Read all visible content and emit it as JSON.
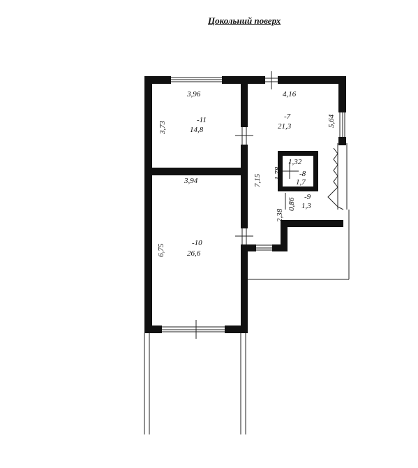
{
  "plan": {
    "title": "Цокольний поверх",
    "rooms": [
      {
        "id": "r11",
        "number": "-11",
        "area": "14,8"
      },
      {
        "id": "r7",
        "number": "-7",
        "area": "21,3"
      },
      {
        "id": "r8",
        "number": "-8",
        "area": "1,7"
      },
      {
        "id": "r9",
        "number": "-9",
        "area": "1,3"
      },
      {
        "id": "r10",
        "number": "-10",
        "area": "26,6"
      }
    ],
    "dimensions": {
      "r11_width": "3,96",
      "r11_depth": "3,73",
      "r7_width": "4,16",
      "r7_depth": "5,64",
      "r8_width": "1,32",
      "r8_depth": "1,78",
      "corridor_length": "7,15",
      "r9_width": "0,86",
      "r9_depth": "2,38",
      "r10_width": "3,94",
      "r10_depth": "6,75"
    },
    "colors": {
      "wall": "#111111",
      "line": "#222222",
      "background": "#ffffff"
    }
  }
}
